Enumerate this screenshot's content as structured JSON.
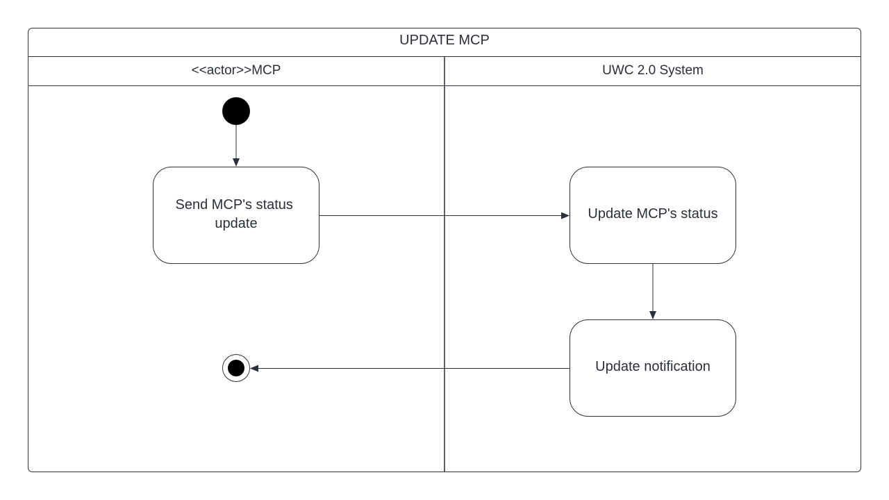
{
  "diagram": {
    "title": "UPDATE MCP",
    "lanes": [
      {
        "label": "<<actor>>MCP"
      },
      {
        "label": "UWC 2.0 System"
      }
    ],
    "actions": [
      {
        "lines": [
          "Send MCP's status",
          "update"
        ]
      },
      {
        "lines": [
          "Update MCP's status"
        ]
      },
      {
        "lines": [
          "Update notification"
        ]
      }
    ],
    "colors": {
      "stroke": "#2a2f3a",
      "text": "#2a2f3a",
      "node_fill": "#000000",
      "background": "#ffffff"
    }
  }
}
